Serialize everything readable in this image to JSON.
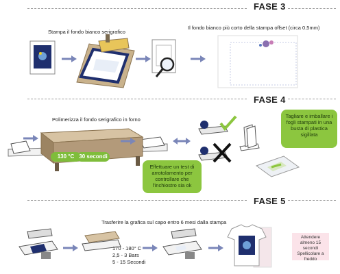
{
  "phase3": {
    "title": "FASE 3",
    "caption_left": "Stampa il fondo bianco serigrafico",
    "caption_right": "Il fondo bianco più corto della stampa offset (circa 0,5mm)"
  },
  "phase4": {
    "title": "FASE 4",
    "caption_oven": "Polimerizza il fondo serigrafico in forno",
    "oven_temp": "130 °C",
    "oven_time": "30 secondi",
    "bubble_test": "Effettuare un test di arrotolamento per controllare che l'inchiostro sia ok",
    "bubble_pack": "Tagliare e imballare i fogli stampati in una busta di plastica sigillata"
  },
  "phase5": {
    "title": "FASE 5",
    "caption": "Trasferire la grafica sul capo entro 6 mesi dalla stampa",
    "params": [
      "170 - 180° C",
      "2,5 - 3 Bars",
      "5 - 15 Secondi"
    ],
    "note": "Attendere almeno 15 secondi Spellicolare a freddo"
  },
  "colors": {
    "green": "#8cc63f",
    "navy": "#1f2f6e",
    "arrow": "#7a86b8",
    "oven": "#b39a7a",
    "pink": "#fbe3e9"
  }
}
